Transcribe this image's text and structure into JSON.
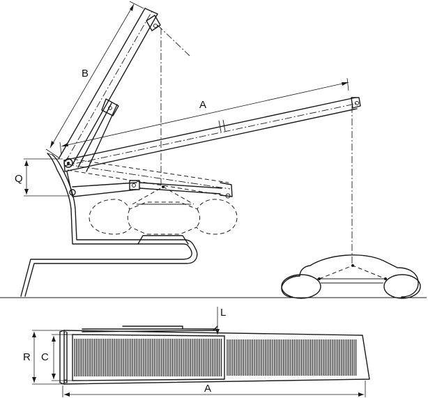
{
  "labels": {
    "A_side": "A",
    "B": "B",
    "Q": "Q",
    "L": "L",
    "R": "R",
    "C": "C",
    "A_plan": "A"
  },
  "colors": {
    "line": "#1a1a1a",
    "background": "#ffffff"
  }
}
